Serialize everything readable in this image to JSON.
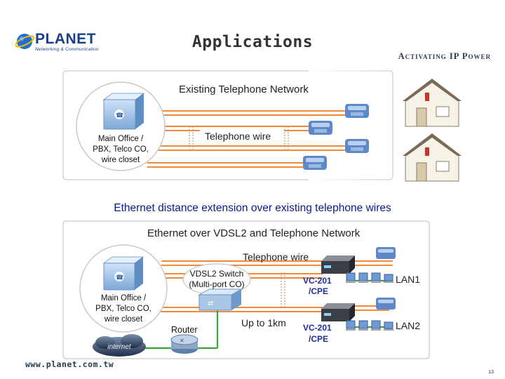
{
  "header": {
    "logo_text": "PLANET",
    "logo_tagline": "Networking & Communication",
    "title": "Applications",
    "tagline": "Activating IP Power"
  },
  "diagram_top": {
    "heading": "Existing Telephone Network",
    "office_label": [
      "Main Office /",
      "PBX, Telco CO,",
      "wire closet"
    ],
    "wire_label": "Telephone wire"
  },
  "caption": "Ethernet distance extension over existing telephone wires",
  "diagram_bottom": {
    "heading": "Ethernet over VDSL2 and Telephone Network",
    "wire_label": "Telephone wire",
    "switch_label": [
      "VDSL2 Switch",
      "(Multi-port CO)"
    ],
    "office_label": [
      "Main Office /",
      "PBX, Telco CO,",
      "wire closet"
    ],
    "router_label": "Router",
    "internet_label": "internet",
    "distance_label": "Up to 1km",
    "cpe1_label": [
      "VC-201",
      "/CPE"
    ],
    "cpe2_label": [
      "VC-201",
      "/CPE"
    ],
    "lan1_label": "LAN1",
    "lan2_label": "LAN2"
  },
  "footer": {
    "url": "www.planet.com.tw",
    "page_number": "13"
  },
  "colors": {
    "telephone_wire": "#f08a3c",
    "ethernet_wire": "#3aa63a",
    "caption": "#0b1a8a",
    "cpe_label": "#1d2f9a"
  }
}
